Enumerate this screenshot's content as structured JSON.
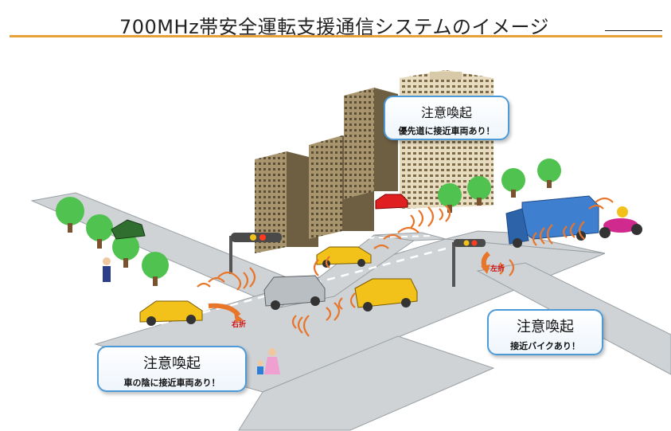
{
  "title": "700MHz帯安全運転支援通信システムのイメージ",
  "bubbles": {
    "left": {
      "head": "注意喚起",
      "sub": "車の陰に接近車両あり！"
    },
    "top": {
      "head": "注意喚起",
      "sub": "優先道に接近車両あり！"
    },
    "right": {
      "head": "注意喚起",
      "sub": "接近バイクあり！"
    }
  },
  "labels": {
    "right_turn": "右折",
    "left_turn": "左折"
  },
  "colors": {
    "accent_rule": "#e8a13a",
    "road": "#cfd3d6",
    "road_edge": "#9aa0a4",
    "wave": "#e8762a",
    "bubble_border": "#4d9ad8",
    "taxi": "#f2c21b",
    "truck": "#3f7fd0",
    "building": "#b7a47e"
  },
  "icons": {
    "traffic_signal": "traffic-light-icon",
    "tree": "tree-icon",
    "pedestrian": "pedestrian-icon",
    "motorbike": "motorcycle-icon"
  }
}
